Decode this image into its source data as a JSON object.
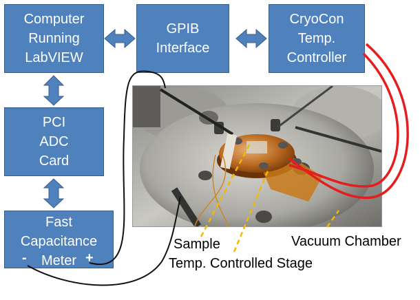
{
  "boxes": {
    "computer": "Computer Running LabVIEW",
    "gpib": "GPIB Interface",
    "cryocon": "CryoCon Temp. Controller",
    "adc": "PCI ADC Card",
    "capacitance": "Fast Capacitance Meter",
    "minus": "-",
    "plus": "+"
  },
  "labels": {
    "sample": "Sample",
    "stage": "Temp. Controlled Stage",
    "chamber": "Vacuum Chamber"
  },
  "colors": {
    "box_fill": "#4f81bd",
    "arrow_fill": "#4f81bd",
    "heater_wire": "#e41e1e",
    "sense_wire": "#111111",
    "pointer": "#f5b800"
  }
}
